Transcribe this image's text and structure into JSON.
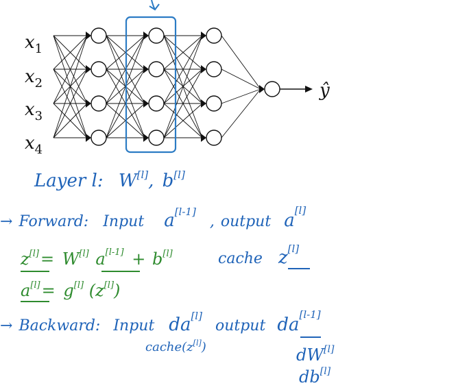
{
  "network": {
    "input_labels": [
      "x",
      "x",
      "x",
      "x"
    ],
    "input_subscripts": [
      "1",
      "2",
      "3",
      "4"
    ],
    "output_label": "ŷ",
    "hidden_layer_sizes": [
      4,
      4,
      4
    ],
    "output_units": 1,
    "highlighted_layer": 2
  },
  "notes": {
    "layer_line": {
      "prefix": "Layer l:",
      "w": "W",
      "w_sup": "[l]",
      "sep": ",",
      "b": "b",
      "b_sup": "[l]"
    },
    "forward_line": {
      "arrow": "→",
      "label": "Forward:",
      "input": "Input",
      "a1": "a",
      "a1_sup": "[l-1]",
      "sep": ",",
      "output": "output",
      "a2": "a",
      "a2_sup": "[l]"
    },
    "z_eq": {
      "z": "z",
      "z_sup": "[l]",
      "eq": "=",
      "w": "W",
      "w_sup": "[l]",
      "a": "a",
      "a_sup": "[l-1]",
      "plus": "+",
      "b": "b",
      "b_sup": "[l]"
    },
    "cache_line": {
      "label": "cache",
      "z": "z",
      "z_sup": "[l]"
    },
    "a_eq": {
      "a": "a",
      "a_sup": "[l]",
      "eq": "=",
      "g": "g",
      "g_sup": "[l]",
      "arg": "(z",
      "arg_sup": "[l]",
      "close": ")"
    },
    "backward_line": {
      "arrow": "→",
      "label": "Backward:",
      "input": "Input",
      "da": "da",
      "da_sup": "[l]",
      "output": "output",
      "da2": "da",
      "da2_sup": "[l-1]"
    },
    "cache_arg": {
      "text": "cache(z",
      "sup": "[l]",
      "close": ")"
    },
    "dw": {
      "text": "dW",
      "sup": "[l]"
    },
    "db": {
      "text": "db",
      "sup": "[l]"
    }
  },
  "colors": {
    "ink_black": "#111111",
    "ink_blue": "#1f63b8",
    "ink_green": "#2e8b2e",
    "highlight_box": "#2b7bc4"
  }
}
